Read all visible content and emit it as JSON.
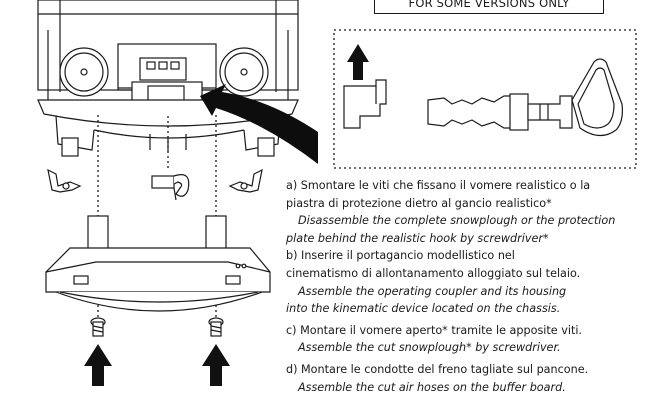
{
  "banner": "FOR SOME VERSIONS ONLY",
  "steps": [
    {
      "it": [
        "a) Smontare le viti che fissano il vomere realistico o la",
        "piastra di protezione dietro al gancio realistico*"
      ],
      "en": [
        "Disassemble the complete snowplough or the protection",
        "plate behind the realistic hook by screwdriver*"
      ]
    },
    {
      "it": [
        "b) Inserire il portagancio modellistico nel",
        "cinematismo di allontanamento alloggiato sul telaio."
      ],
      "en": [
        "Assemble the operating coupler and its housing",
        "into the kinematic device located on the chassis."
      ]
    },
    {
      "it": [
        "c) Montare il vomere aperto* tramite le apposite viti."
      ],
      "en": [
        "Assemble the cut snowplough* by screwdriver."
      ]
    },
    {
      "it": [
        "d) Montare le condotte del freno tagliate sul pancone."
      ],
      "en": [
        "Assemble the cut air hoses on the buffer board."
      ]
    }
  ]
}
